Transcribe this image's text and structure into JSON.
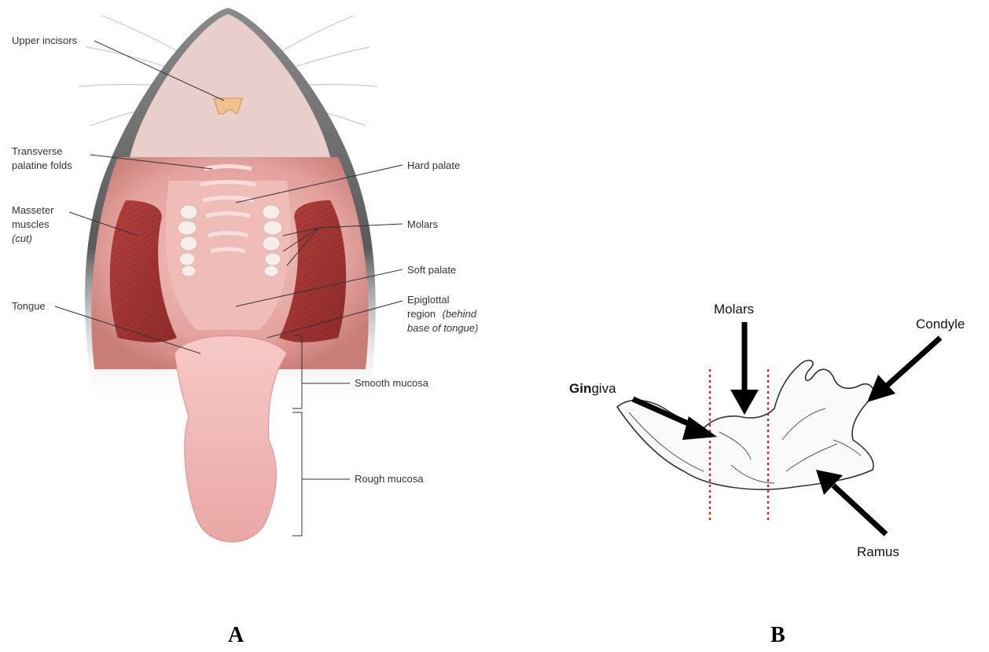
{
  "panel_a": {
    "letter": "A",
    "labels": {
      "upper_incisors": "Upper incisors",
      "transverse_1": "Transverse",
      "transverse_2": "palatine folds",
      "masseter_1": "Masseter",
      "masseter_2": "muscles",
      "masseter_3": "(cut)",
      "tongue": "Tongue",
      "hard_palate": "Hard palate",
      "molars": "Molars",
      "soft_palate": "Soft palate",
      "epiglottal_1": "Epiglottal",
      "epiglottal_2": "region",
      "epiglottal_2b": "(behind",
      "epiglottal_3": "base of tongue)",
      "smooth_mucosa": "Smooth mucosa",
      "rough_mucosa": "Rough mucosa"
    }
  },
  "panel_b": {
    "letter": "B",
    "labels": {
      "molars": "Molars",
      "condyle": "Condyle",
      "gingiva_bold": "Gin",
      "gingiva_rest": "giva",
      "ramus": "Ramus"
    },
    "colors": {
      "divider": "#cc2222",
      "arrow": "#000000"
    }
  }
}
